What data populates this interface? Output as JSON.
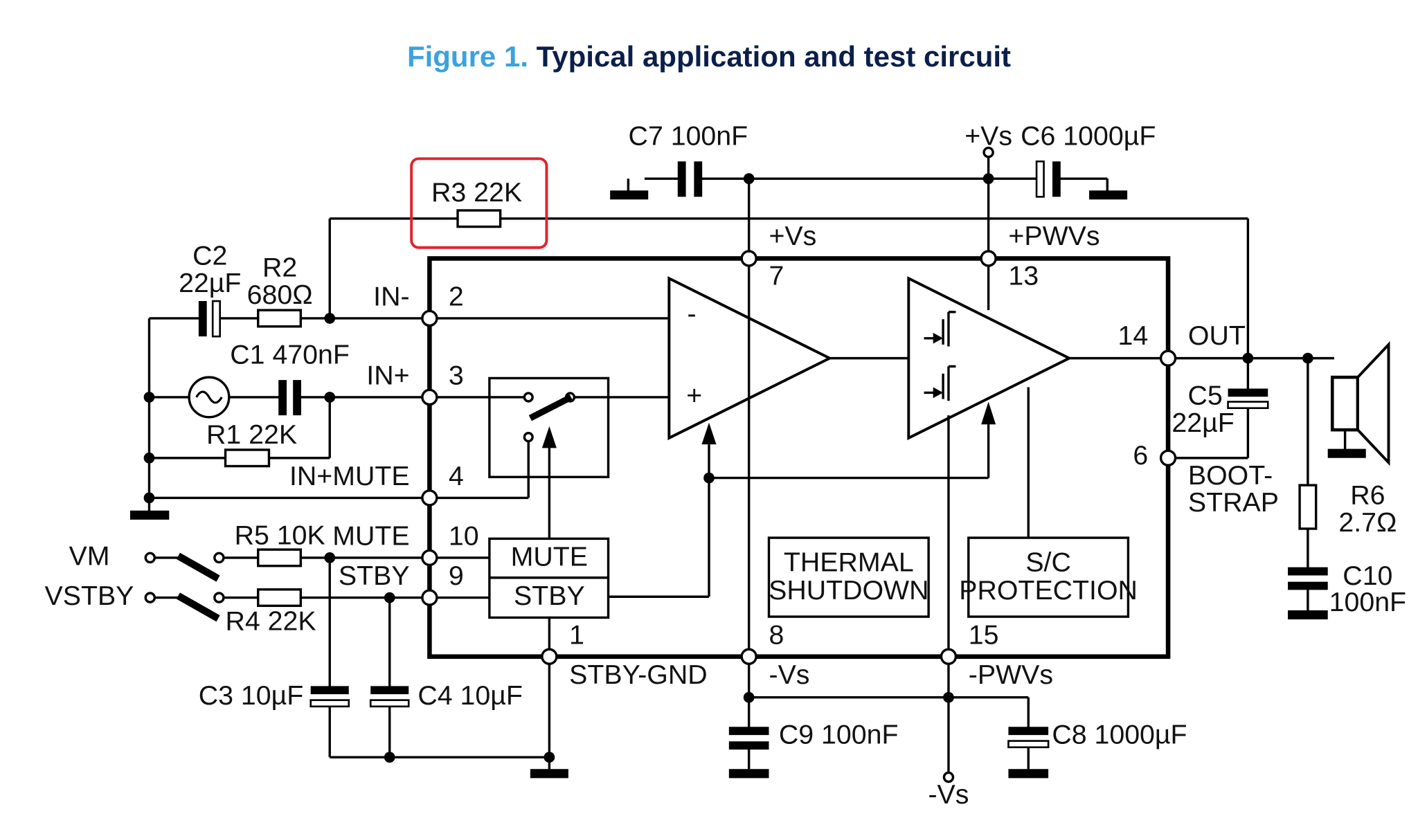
{
  "figure": {
    "number": "Figure 1.",
    "title": "Typical application and test circuit"
  },
  "colors": {
    "figure_number": "#3aa2df",
    "figure_title": "#0b1f4b",
    "highlight": "#e0242b"
  },
  "components": {
    "r3": "R3 22K",
    "c7": "C7 100nF",
    "vs_top": "+Vs",
    "c6": "C6 1000µF",
    "c2_name": "C2",
    "c2_value": "22µF",
    "r2_name": "R2",
    "r2_value": "680Ω",
    "c1": "C1 470nF",
    "r1": "R1 22K",
    "r5": "R5 10K",
    "r4": "R4 22K",
    "c3": "C3 10µF",
    "c4": "C4 10µF",
    "c9": "C9 100nF",
    "c8": "C8 1000µF",
    "c5_name": "C5",
    "c5_value": "22µF",
    "r6_name": "R6",
    "r6_value": "2.7Ω",
    "c10_name": "C10",
    "c10_value": "100nF",
    "vs_bottom": "-Vs",
    "vm": "VM",
    "vstby": "VSTBY"
  },
  "pins": {
    "in_minus": "IN-",
    "in_minus_num": "2",
    "in_plus": "IN+",
    "in_plus_num": "3",
    "in_plus_mute": "IN+MUTE",
    "in_plus_mute_num": "4",
    "mute": "MUTE",
    "mute_num": "10",
    "stby": "STBY",
    "stby_num": "9",
    "stby_gnd": "STBY-GND",
    "stby_gnd_num": "1",
    "vs_pos": "+Vs",
    "vs_pos_num": "7",
    "pwvs_pos": "+PWVs",
    "pwvs_pos_num": "13",
    "out": "OUT",
    "out_num": "14",
    "bootstrap_line1": "BOOT-",
    "bootstrap_line2": "STRAP",
    "bootstrap_num": "6",
    "vs_neg": "-Vs",
    "vs_neg_num": "8",
    "pwvs_neg": "-PWVs",
    "pwvs_neg_num": "15"
  },
  "blocks": {
    "mute": "MUTE",
    "stby": "STBY",
    "thermal_line1": "THERMAL",
    "thermal_line2": "SHUTDOWN",
    "sc_line1": "S/C",
    "sc_line2": "PROTECTION",
    "inv_sign": "-",
    "noninv_sign": "+"
  }
}
